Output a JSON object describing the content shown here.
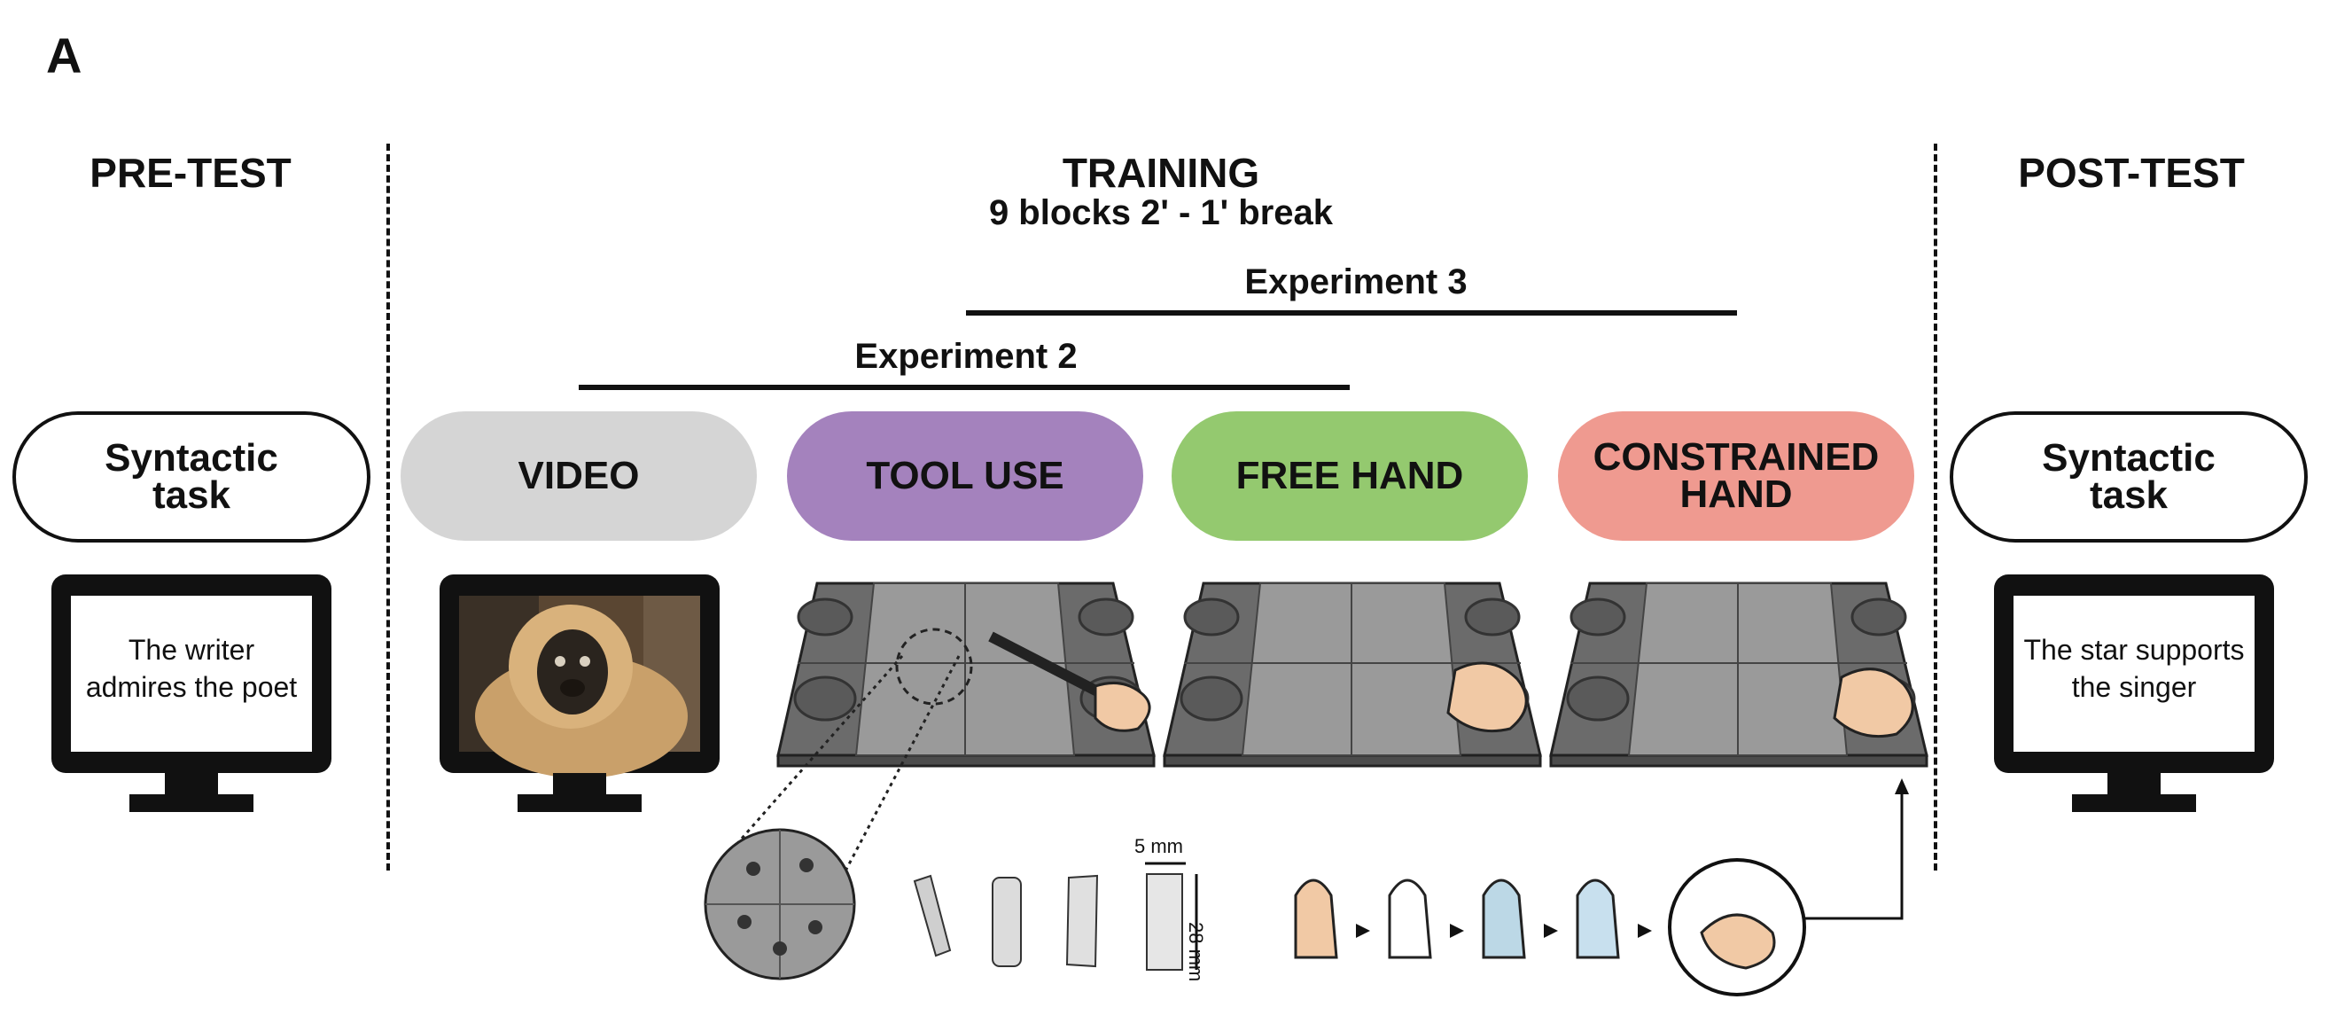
{
  "panel_letter": "A",
  "phases": {
    "pre_test": "PRE-TEST",
    "training": "TRAINING",
    "training_subtitle": "9 blocks 2' - 1' break",
    "post_test": "POST-TEST"
  },
  "experiments": {
    "exp2": "Experiment 2",
    "exp3": "Experiment 3"
  },
  "conditions": {
    "pre_task_line1": "Syntactic",
    "pre_task_line2": "task",
    "video": "VIDEO",
    "tool_use": "TOOL USE",
    "free_hand": "FREE HAND",
    "constrained_line1": "CONSTRAINED",
    "constrained_line2": "HAND",
    "post_task_line1": "Syntactic",
    "post_task_line2": "task"
  },
  "screens": {
    "pre_line1": "The writer",
    "pre_line2": "admires the poet",
    "post_line1": "The star supports",
    "post_line2": "the singer"
  },
  "measurements": {
    "width": "5 mm",
    "height": "28 mm"
  },
  "colors": {
    "video": "#d5d5d5",
    "tool_use": "#a482bd",
    "free_hand": "#94c96f",
    "constrained_hand": "#ef9a90",
    "board": "#6b6b6b",
    "board_inner": "#9a9a9a",
    "skin": "#f1c9a5"
  }
}
